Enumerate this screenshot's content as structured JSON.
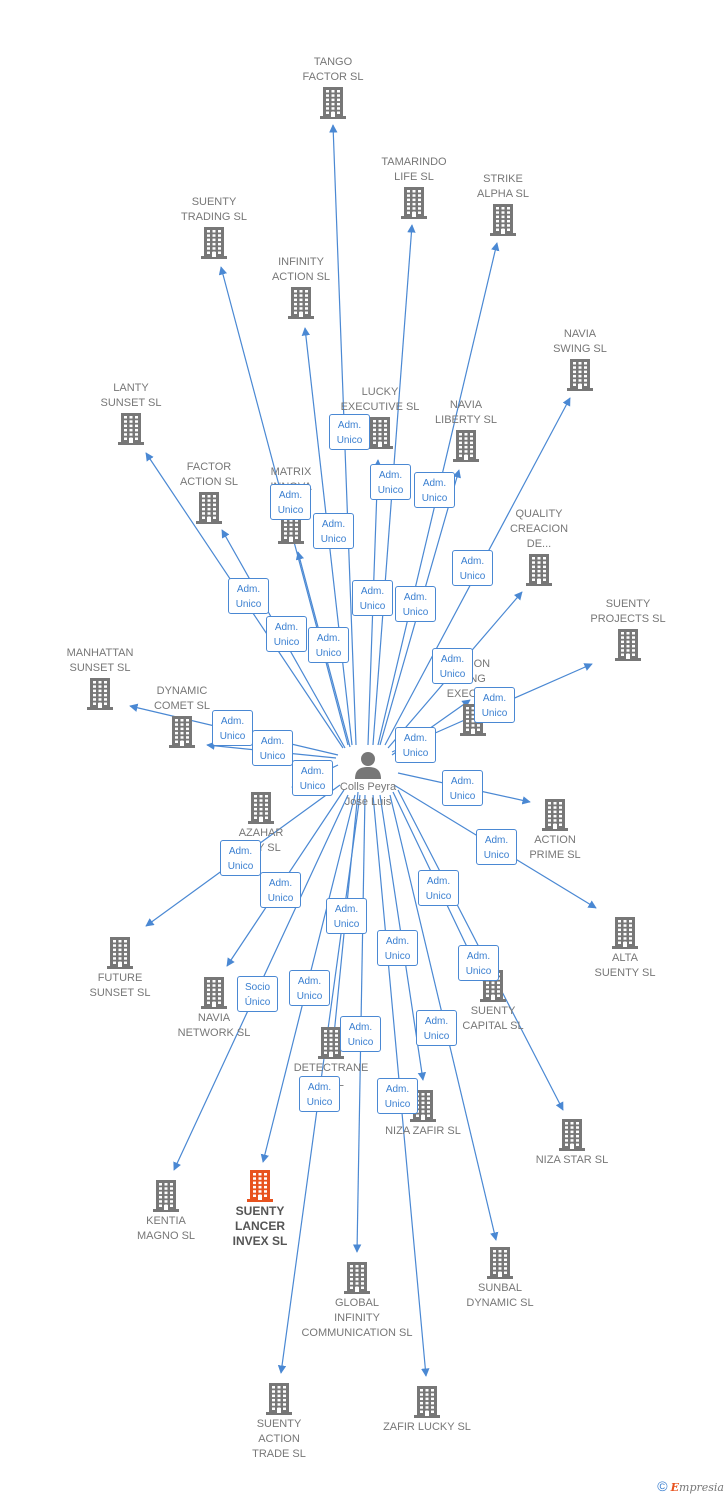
{
  "person": {
    "label": "Colls Peyra\nJose Luis"
  },
  "colors": {
    "edge": "#4a88d3",
    "building": "#777777",
    "highlight": "#e8531f"
  },
  "nodes": [
    {
      "id": "tango-factor",
      "label": "TANGO\nFACTOR SL"
    },
    {
      "id": "tamarindo-life",
      "label": "TAMARINDO\nLIFE SL"
    },
    {
      "id": "strike-alpha",
      "label": "STRIKE\nALPHA SL"
    },
    {
      "id": "suenty-trading",
      "label": "SUENTY\nTRADING SL"
    },
    {
      "id": "infinity-action",
      "label": "INFINITY\nACTION SL"
    },
    {
      "id": "navia-swing",
      "label": "NAVIA\nSWING SL"
    },
    {
      "id": "lanty-sunset",
      "label": "LANTY\nSUNSET SL"
    },
    {
      "id": "lucky-executive",
      "label": "LUCKY\nEXECUTIVE SL"
    },
    {
      "id": "navia-liberty",
      "label": "NAVIA\nLIBERTY SL"
    },
    {
      "id": "factor-action",
      "label": "FACTOR\nACTION SL"
    },
    {
      "id": "matrix-innova",
      "label": "MATRIX\nINNOVA\nSE... SL"
    },
    {
      "id": "quality-creacion",
      "label": "QUALITY\nCREACION\nDE..."
    },
    {
      "id": "suenty-projects",
      "label": "SUENTY\nPROJECTS SL"
    },
    {
      "id": "manhattan-sunset",
      "label": "MANHATTAN\nSUNSET SL"
    },
    {
      "id": "dynamic-comet",
      "label": "DYNAMIC\nCOMET SL"
    },
    {
      "id": "moon-executive",
      "label": "...OON\n...NG\nEXECUT..."
    },
    {
      "id": "azahar",
      "label": "AZAHAR\n...TY SL"
    },
    {
      "id": "action-prime",
      "label": "ACTION\nPRIME SL"
    },
    {
      "id": "alta-suenty",
      "label": "ALTA\nSUENTY SL"
    },
    {
      "id": "future-sunset",
      "label": "FUTURE\nSUNSET SL"
    },
    {
      "id": "navia-network",
      "label": "NAVIA\nNETWORK SL"
    },
    {
      "id": "suenty-capital",
      "label": "SUENTY\nCAPITAL SL"
    },
    {
      "id": "detectrane",
      "label": "DETECTRANE\n... SL"
    },
    {
      "id": "niza-zafir",
      "label": "NIZA ZAFIR SL"
    },
    {
      "id": "niza-star",
      "label": "NIZA STAR SL"
    },
    {
      "id": "kentia-magno",
      "label": "KENTIA\nMAGNO SL"
    },
    {
      "id": "suenty-lancer",
      "label": "SUENTY\nLANCER\nINVEX  SL",
      "highlight": true
    },
    {
      "id": "sunbal-dynamic",
      "label": "SUNBAL\nDYNAMIC SL"
    },
    {
      "id": "global-infinity",
      "label": "GLOBAL\nINFINITY\nCOMMUNICATION SL"
    },
    {
      "id": "suenty-action-trade",
      "label": "SUENTY\nACTION\nTRADE SL"
    },
    {
      "id": "zafir-lucky",
      "label": "ZAFIR LUCKY SL"
    }
  ],
  "edge_labels": [
    "Adm.\nUnico",
    "Adm.\nUnico",
    "Adm.\nUnico",
    "Adm.\nUnico",
    "Adm.\nUnico",
    "Adm.\nUnico",
    "Adm.\nUnico",
    "Adm.\nUnico",
    "Adm.\nUnico",
    "Adm.\nUnico",
    "Adm.\nUnico",
    "Adm.\nUnico",
    "Adm.\nUnico",
    "Adm.\nUnico",
    "Adm.\nUnico",
    "Adm.\nUnico",
    "Adm.\nUnico",
    "Adm.\nUnico",
    "Adm.\nUnico",
    "Adm.\nUnico",
    "Adm.\nUnico",
    "Adm.\nUnico",
    "Adm.\nUnico",
    "Adm.\nUnico",
    "Adm.\nUnico",
    "Socio\nÚnico",
    "Adm.\nUnico",
    "Adm.\nUnico",
    "Adm.\nUnico",
    "Adm.\nUnico",
    "Adm.\nUnico"
  ],
  "footer": {
    "copyright": "©",
    "brand_initial": "E",
    "brand_rest": "mpresia"
  }
}
